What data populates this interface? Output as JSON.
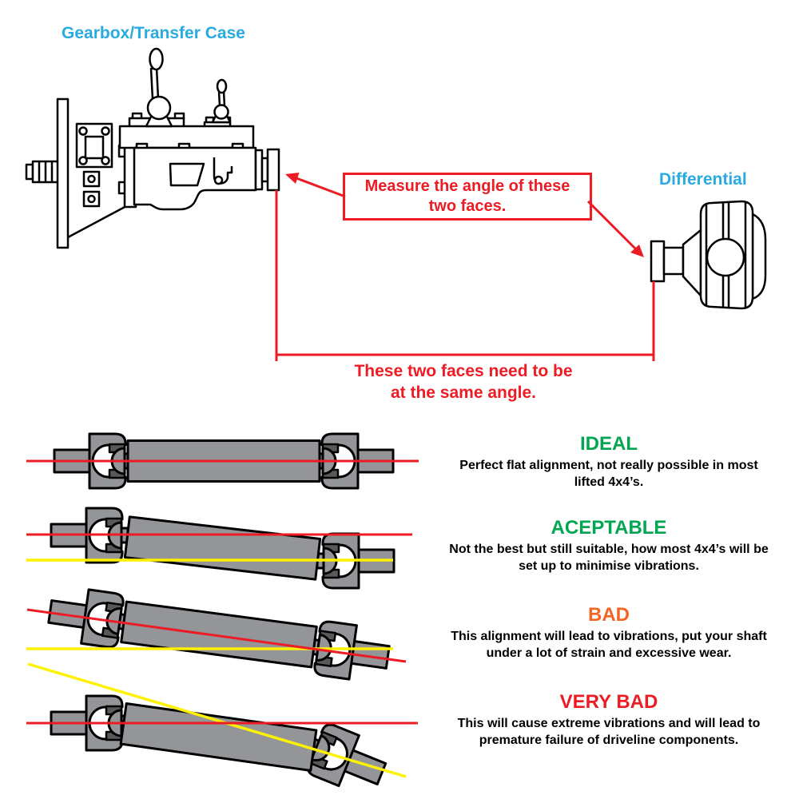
{
  "colors": {
    "cyan_label": "#29ABE2",
    "red": "#ED1C24",
    "green": "#00A651",
    "orange": "#F26522",
    "yellow": "#FFF200",
    "shaft_gray": "#939598",
    "bearing_cap_gray": "#58595B",
    "outline": "#000000"
  },
  "top_diagram": {
    "gearbox_label": "Gearbox/Transfer Case",
    "differential_label": "Differential",
    "callout": {
      "line1": "Measure the angle of these",
      "line2": "two faces."
    },
    "bottom_note": {
      "line1": "These two faces need to be",
      "line2": "at the same angle."
    }
  },
  "alignment_rows": [
    {
      "id": "ideal",
      "title": "IDEAL",
      "title_color": "#00A651",
      "caption_line1": "Perfect flat alignment, not really possible in most",
      "caption_line2": "lifted 4x4’s."
    },
    {
      "id": "aceptable",
      "title": "ACEPTABLE",
      "title_color": "#00A651",
      "caption_line1": "Not the best but still suitable, how most 4x4’s will be",
      "caption_line2": "set up to minimise vibrations."
    },
    {
      "id": "bad",
      "title": "BAD",
      "title_color": "#F26522",
      "caption_line1": "This alignment will lead to vibrations, put your shaft",
      "caption_line2": "under a lot of strain and excessive wear."
    },
    {
      "id": "very-bad",
      "title": "VERY BAD",
      "title_color": "#ED1C24",
      "caption_line1": "This will cause extreme vibrations and will lead to",
      "caption_line2": "premature failure of driveline components."
    }
  ]
}
